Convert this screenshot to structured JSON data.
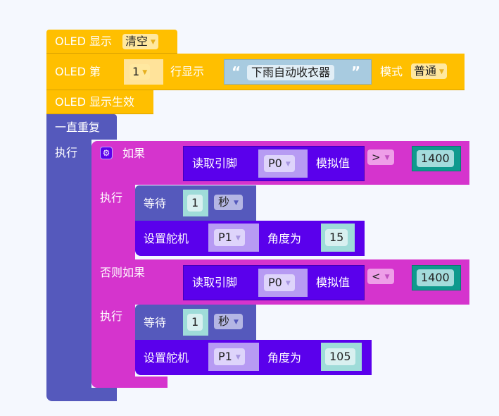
{
  "workspace": {
    "background": "#f5f8fe",
    "colors": {
      "oled": "#ffbf00",
      "loop": "#5559bc",
      "if": "#d534cd",
      "pin": "#5a00ec",
      "number": "#0f9a8e",
      "text": "#a8cbe0"
    }
  },
  "blocks": {
    "oled_clear": {
      "prefix": "OLED 显示",
      "mode": "清空"
    },
    "oled_line": {
      "prefix": "OLED 第",
      "line": "1",
      "middle": "行显示",
      "open_quote": "“",
      "text": "下雨自动收衣器",
      "close_quote": "”",
      "mode_label": "模式",
      "mode": "普通"
    },
    "oled_apply": {
      "label": "OLED 显示生效"
    },
    "forever": {
      "label": "一直重复",
      "do_label": "执行"
    },
    "if_block": {
      "gear_icon": "⚙",
      "if_label": "如果",
      "do_label": "执行",
      "elseif_label": "否则如果",
      "do2_label": "执行",
      "cond1": {
        "read_label": "读取引脚",
        "pin": "P0",
        "analog_label": "模拟值",
        "op": ">",
        "value": "1400"
      },
      "cond2": {
        "read_label": "读取引脚",
        "pin": "P0",
        "analog_label": "模拟值",
        "op": "<",
        "value": "1400"
      },
      "branch1": {
        "wait": {
          "label": "等待",
          "value": "1",
          "unit": "秒"
        },
        "servo": {
          "label": "设置舵机",
          "pin": "P1",
          "angle_label": "角度为",
          "angle": "15"
        }
      },
      "branch2": {
        "wait": {
          "label": "等待",
          "value": "1",
          "unit": "秒"
        },
        "servo": {
          "label": "设置舵机",
          "pin": "P1",
          "angle_label": "角度为",
          "angle": "105"
        }
      }
    }
  },
  "dropdown_arrow": "▼"
}
